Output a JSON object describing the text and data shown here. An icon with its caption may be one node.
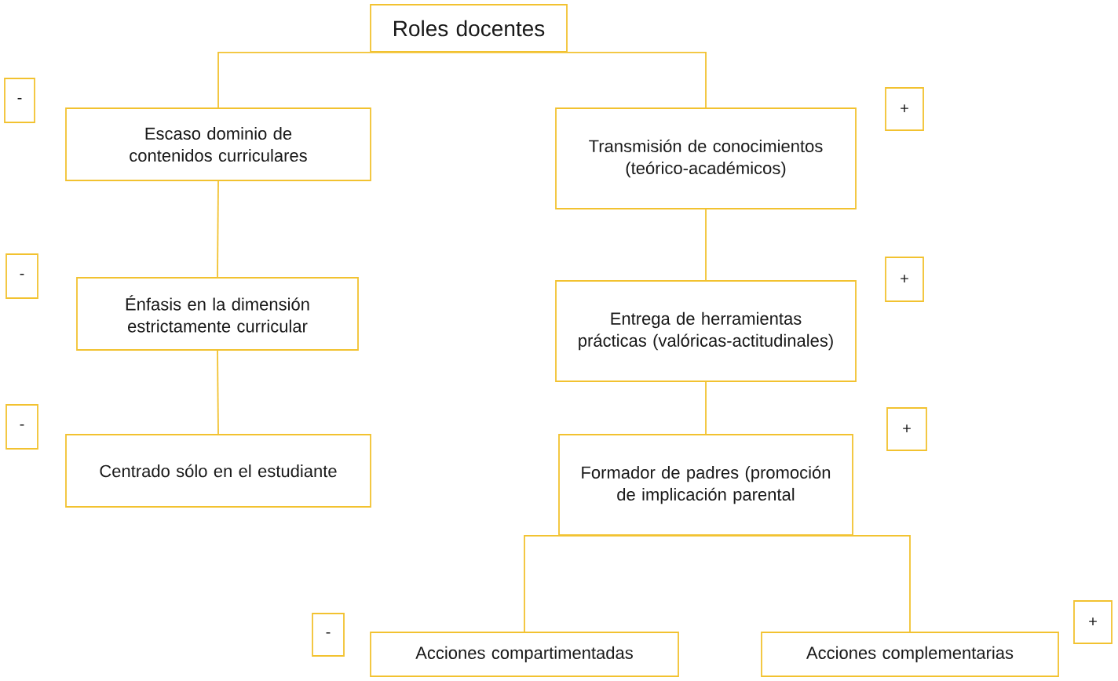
{
  "diagram": {
    "nodes": [
      {
        "text": [
          "Roles docentes"
        ]
      },
      {
        "text": [
          "-"
        ]
      },
      {
        "text": [
          "Escaso dominio de contenidos curriculares"
        ]
      },
      {
        "text": [
          "+"
        ]
      },
      {
        "text": [
          "Transmisión de conocimientos (teórico-académicos)"
        ]
      },
      {
        "text": [
          "-"
        ]
      },
      {
        "text": [
          "Énfasis en la dimensión estrictamente curricular"
        ]
      },
      {
        "text": [
          "+"
        ]
      },
      {
        "text": [
          "Entrega de herramientas prácticas (valóricas-actitudinales)"
        ]
      },
      {
        "text": [
          "-"
        ]
      },
      {
        "text": [
          "Centrado sólo en el estudiante"
        ]
      },
      {
        "text": [
          "+"
        ]
      },
      {
        "text": [
          "Formador de padres (promoción de implicación parental"
        ]
      },
      {
        "text": [
          "-"
        ]
      },
      {
        "text": [
          "Acciones compartimentadas"
        ]
      },
      {
        "text": [
          "+"
        ]
      },
      {
        "text": [
          "Acciones complementarias"
        ]
      }
    ],
    "edges": [
      {
        "from": 0,
        "to": 2,
        "arrow": "none"
      },
      {
        "from": 0,
        "to": 4,
        "arrow": "none"
      },
      {
        "from": 2,
        "to": 6,
        "arrow": "none"
      },
      {
        "from": 6,
        "to": 10,
        "arrow": "none"
      },
      {
        "from": 4,
        "to": 8,
        "arrow": "none"
      },
      {
        "from": 8,
        "to": 12,
        "arrow": "none"
      },
      {
        "from": 12,
        "to": 14,
        "arrow": "none"
      },
      {
        "from": 12,
        "to": 16,
        "arrow": "none"
      }
    ]
  }
}
